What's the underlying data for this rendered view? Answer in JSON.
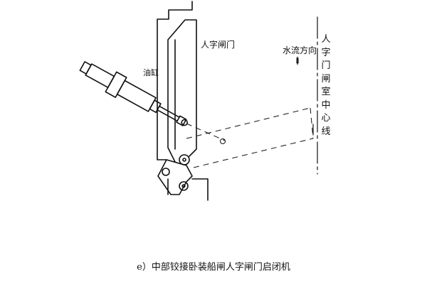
{
  "labels": {
    "gate": "人字闸门",
    "oil_cylinder": "油缸",
    "water_flow": "水流方向",
    "flow_arrow": "⇓",
    "chamber_centerline": "人字门闸室中心线"
  },
  "caption": "e）中部铰接卧装船闸人字闸门启闭机",
  "colors": {
    "line": "#111111",
    "background": "#ffffff"
  }
}
